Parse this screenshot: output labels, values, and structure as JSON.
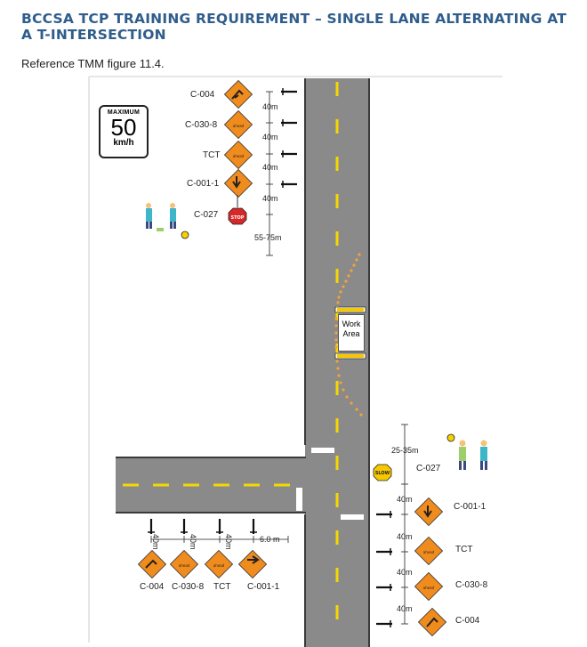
{
  "header": {
    "title": "BCCSA TCP TRAINING REQUIREMENT – SINGLE LANE ALTERNATING AT A T-INTERSECTION",
    "reference": "Reference TMM figure 11.4."
  },
  "speed_sign": {
    "top": "MAXIMUM",
    "value": "50",
    "unit": "km/h"
  },
  "work_area": {
    "line1": "Work",
    "line2": "Area"
  },
  "north_signs": {
    "labels": [
      "C-004",
      "C-030-8",
      "TCT",
      "C-001-1",
      "C-027"
    ],
    "distances": [
      "40m",
      "40m",
      "40m",
      "40m",
      "55-75m"
    ]
  },
  "south_signs": {
    "labels": [
      "C-027",
      "C-001-1",
      "TCT",
      "C-030-8",
      "C-004"
    ],
    "distances": [
      "25-35m",
      "40m",
      "40m",
      "40m",
      "40m"
    ]
  },
  "side_signs": {
    "labels": [
      "C-004",
      "C-030-8",
      "TCT",
      "C-001-1"
    ],
    "distances": [
      "40m",
      "40m",
      "40m",
      "6.0 m"
    ]
  },
  "colors": {
    "road": "#8a8a8a",
    "edge": "#3a3a3a",
    "centerline": "#f5d800",
    "sign": "#f08c1e",
    "stop": "#d62828",
    "cones": "#f6a13a",
    "title": "#2f5d8c"
  }
}
